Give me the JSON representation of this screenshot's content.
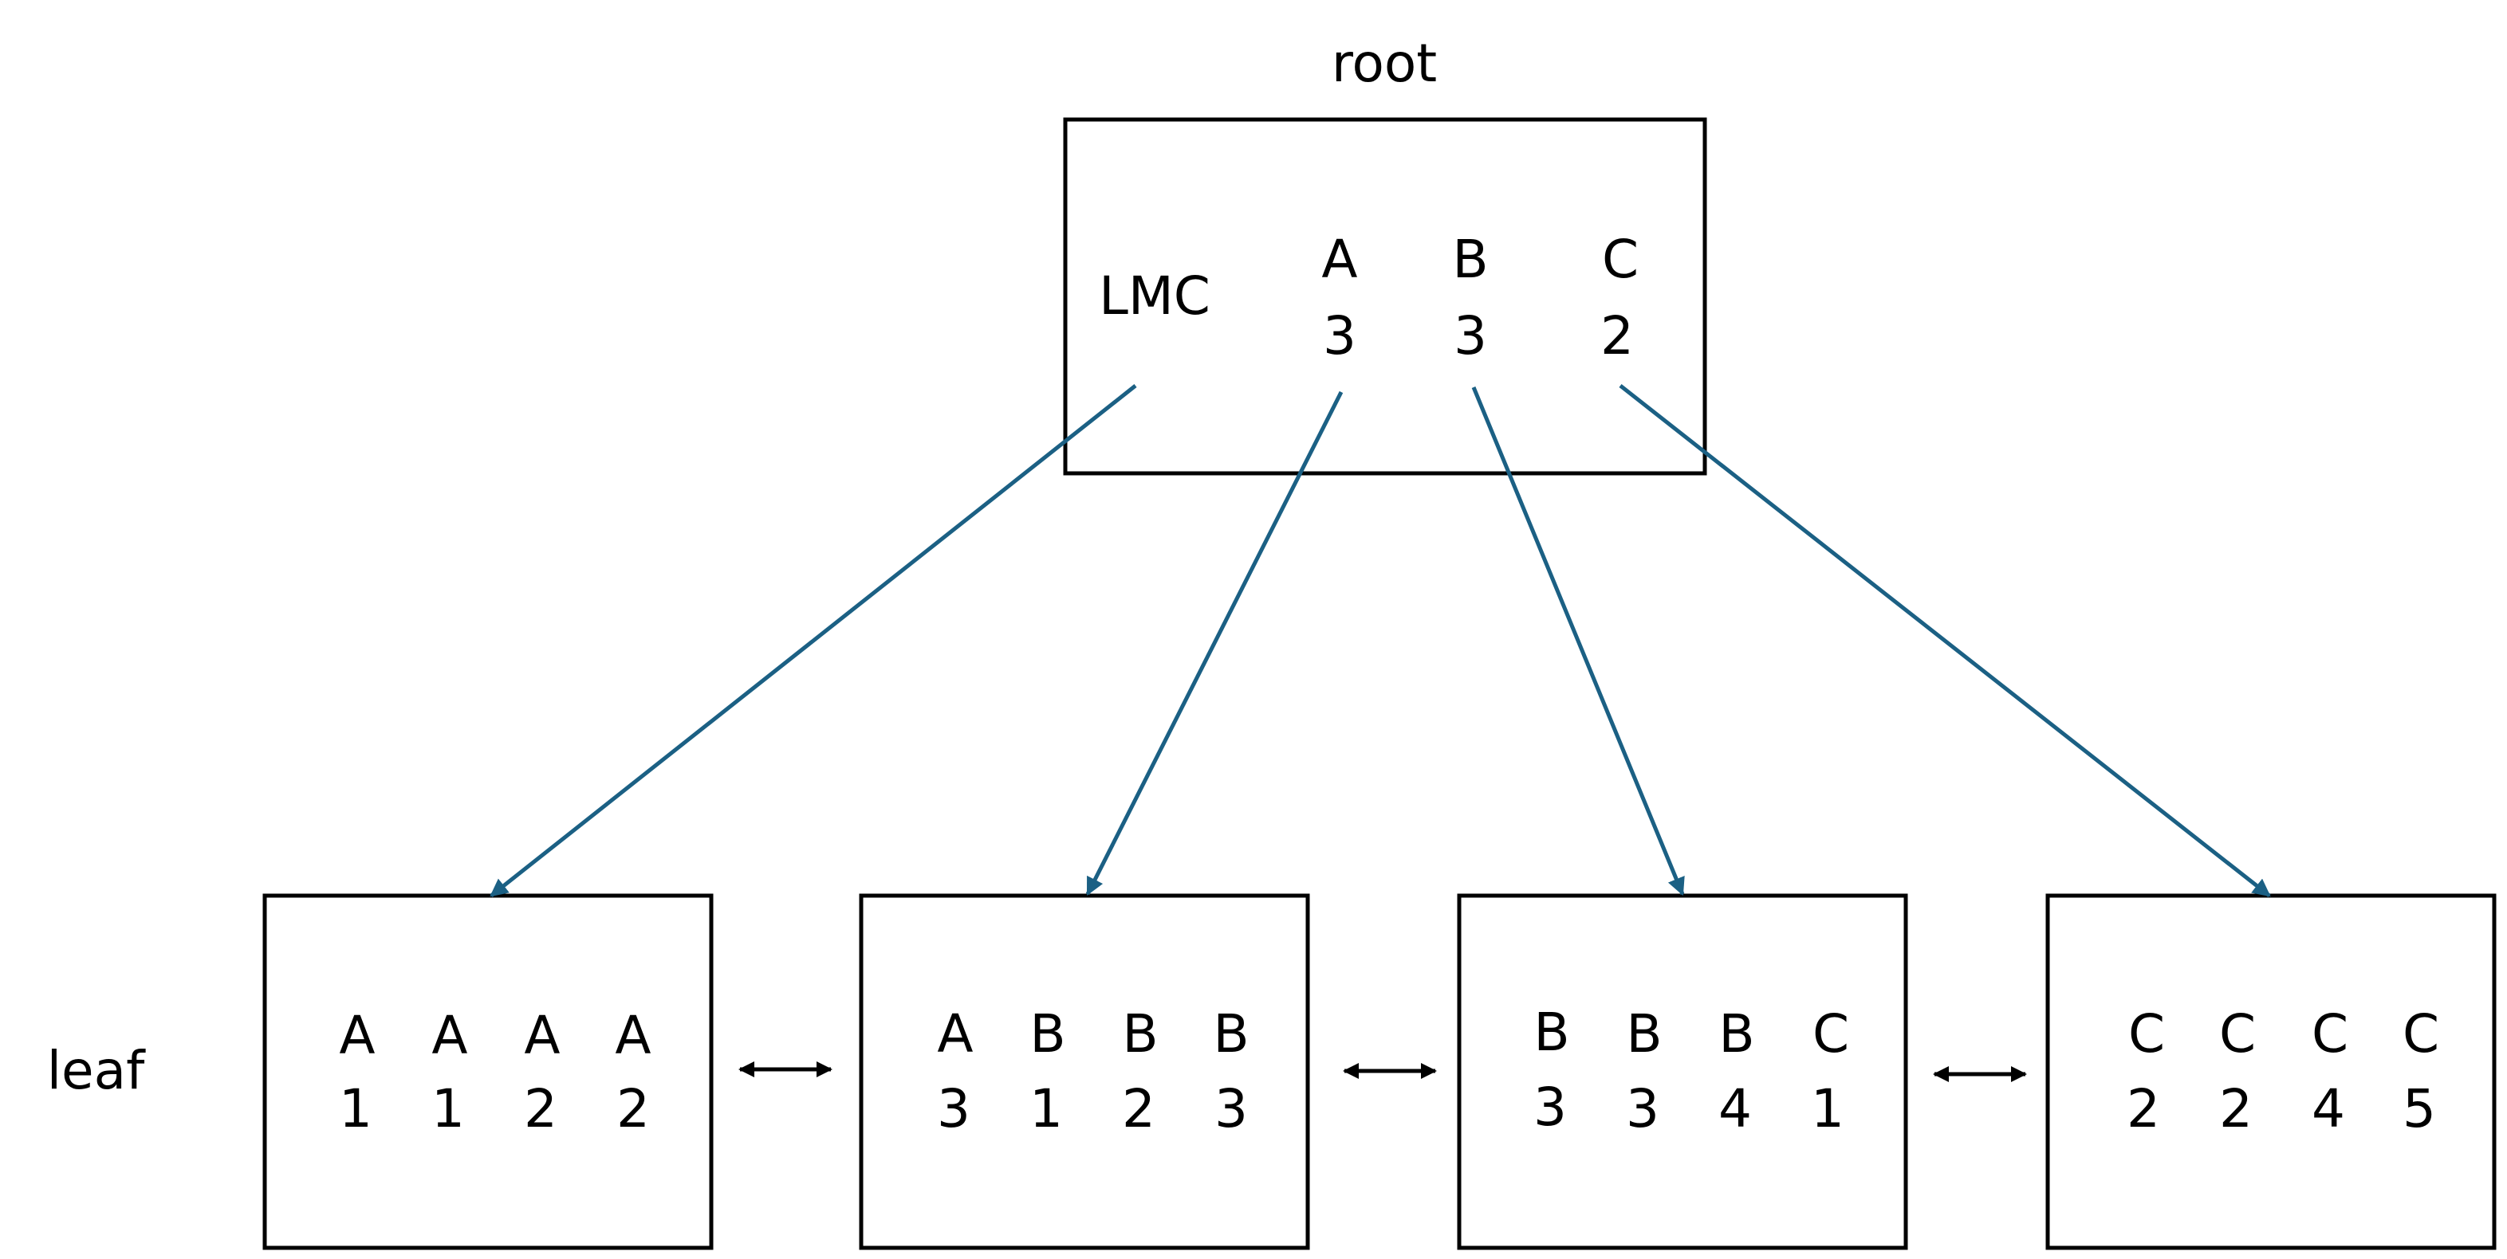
{
  "labels": {
    "root": "root",
    "leaf": "leaf"
  },
  "root_node": {
    "lmc": "LMC",
    "entries": [
      {
        "key": "A",
        "value": "3"
      },
      {
        "key": "B",
        "value": "3"
      },
      {
        "key": "C",
        "value": "2"
      }
    ]
  },
  "leaves": [
    {
      "entries": [
        {
          "key": "A",
          "value": "1"
        },
        {
          "key": "A",
          "value": "1"
        },
        {
          "key": "A",
          "value": "2"
        },
        {
          "key": "A",
          "value": "2"
        }
      ]
    },
    {
      "entries": [
        {
          "key": "A",
          "value": "3"
        },
        {
          "key": "B",
          "value": "1"
        },
        {
          "key": "B",
          "value": "2"
        },
        {
          "key": "B",
          "value": "3"
        }
      ]
    },
    {
      "entries": [
        {
          "key": "B",
          "value": "3"
        },
        {
          "key": "B",
          "value": "3"
        },
        {
          "key": "B",
          "value": "4"
        },
        {
          "key": "C",
          "value": "1"
        }
      ]
    },
    {
      "entries": [
        {
          "key": "C",
          "value": "2"
        },
        {
          "key": "C",
          "value": "2"
        },
        {
          "key": "C",
          "value": "4"
        },
        {
          "key": "C",
          "value": "5"
        }
      ]
    }
  ],
  "colors": {
    "pointer_arrow": "#1b6084",
    "box_stroke": "#000000",
    "sibling_arrow": "#000000"
  }
}
